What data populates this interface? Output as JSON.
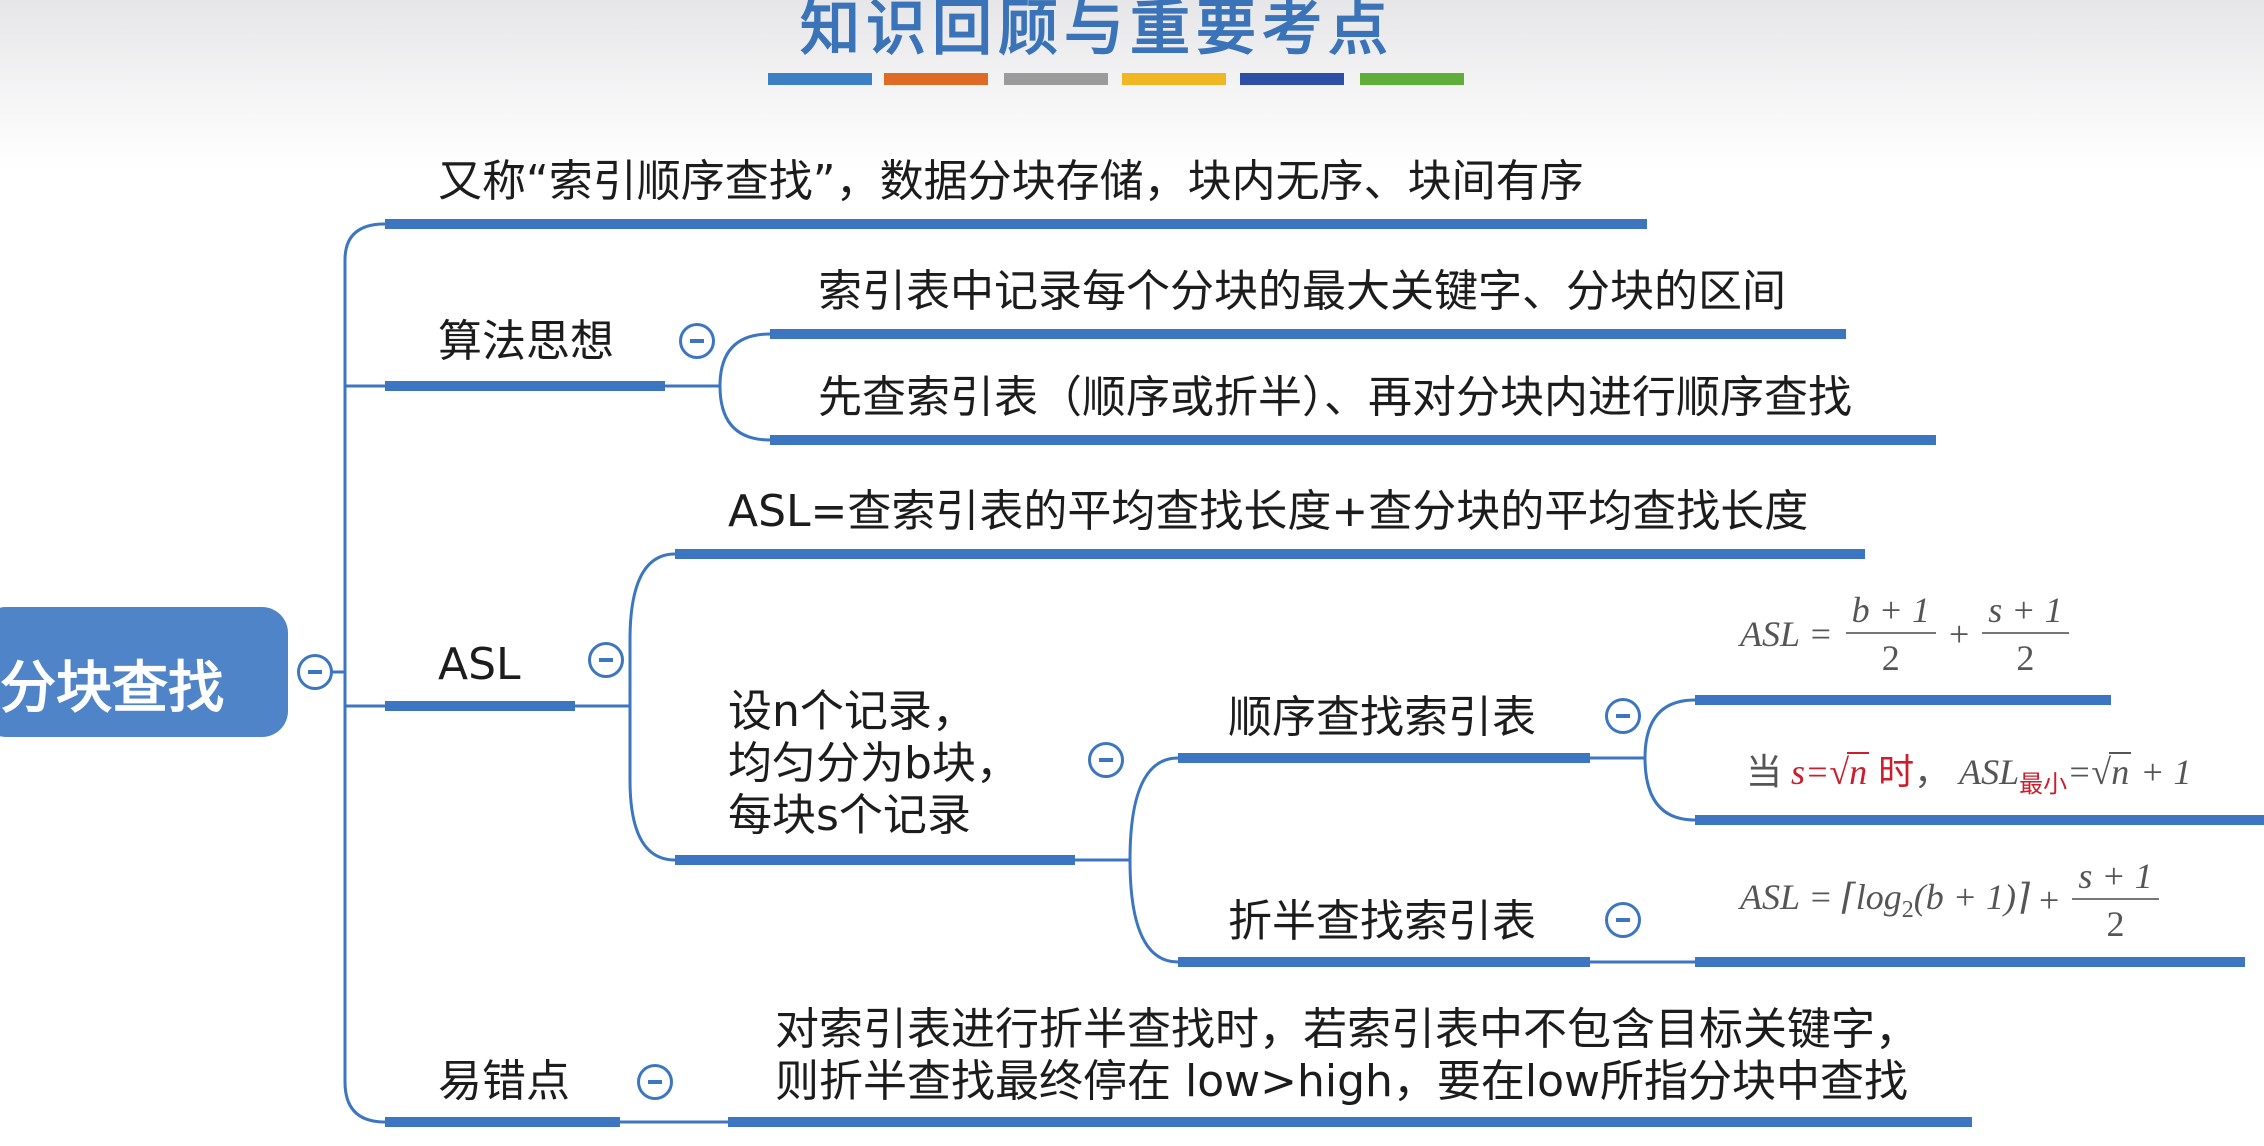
{
  "header": {
    "title": "知识回顾与重要考点"
  },
  "accent_colors": [
    "#3c7fc4",
    "#de6a26",
    "#9b9b9b",
    "#f1b722",
    "#2e4fa6",
    "#5fae3a"
  ],
  "mindmap": {
    "root": "分块查找",
    "definition": "又称“索引顺序查找”，数据分块存储，块内无序、块间有序",
    "algorithm": {
      "label": "算法思想",
      "items": [
        "索引表中记录每个分块的最大关键字、分块的区间",
        "先查索引表（顺序或折半）、再对分块内进行顺序查找"
      ]
    },
    "asl": {
      "label": "ASL",
      "formula": "ASL=查索引表的平均查找长度+查分块的平均查找长度",
      "setup": [
        "设n个记录，",
        "均匀分为b块，",
        "每块s个记录"
      ],
      "sequential": {
        "label": "顺序查找索引表",
        "formula1": "ASL = (b + 1)/2 + (s + 1)/2",
        "formula2_prefix": "当",
        "formula2_condition": "s=√n",
        "formula2_when": "时，",
        "formula2_result": "ASL最小=√n + 1"
      },
      "binary": {
        "label": "折半查找索引表",
        "formula": "ASL = ⌈log2(b + 1)⌉ + (s + 1)/2"
      }
    },
    "pitfall": {
      "label": "易错点",
      "lines": [
        "对索引表进行折半查找时，若索引表中不包含目标关键字，",
        "则折半查找最终停在 low>high，要在low所指分块中查找"
      ]
    }
  }
}
